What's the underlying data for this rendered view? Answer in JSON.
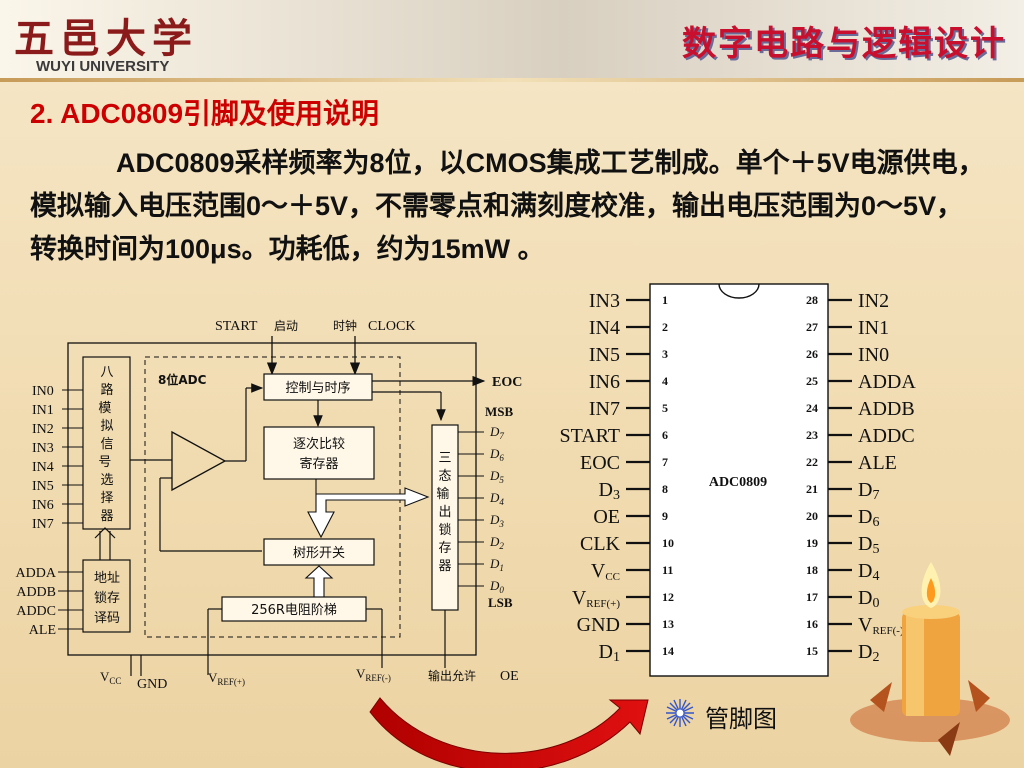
{
  "header": {
    "logo_cn": "五邑大学",
    "logo_en": "WUYI UNIVERSITY",
    "course_title": "数字电路与逻辑设计"
  },
  "section_title": "2. ADC0809引脚及使用说明",
  "paragraph": "ADC0809采样频率为8位，以CMOS集成工艺制成。单个＋5V电源供电，模拟输入电压范围0～＋5V，不需零点和满刻度校准，输出电压范围为0～5V，转换时间为100μs。功耗低，约为15mW 。",
  "block_diagram": {
    "start": "START",
    "start_cn": "启动",
    "clock_cn": "时钟",
    "clock": "CLOCK",
    "adc_label": "8位ADC",
    "mux": "八路模拟信号选择器",
    "control": "控制与时序",
    "sar_line1": "逐次比较",
    "sar_line2": "寄存器",
    "tree_switch": "树形开关",
    "ladder": "256R电阻阶梯",
    "latch": "三态输出锁存器",
    "addr_decoder": "地址锁存译码",
    "eoc": "EOC",
    "msb": "MSB",
    "lsb": "LSB",
    "inputs": [
      "IN0",
      "IN1",
      "IN2",
      "IN3",
      "IN4",
      "IN5",
      "IN6",
      "IN7"
    ],
    "address": [
      "ADDA",
      "ADDB",
      "ADDC",
      "ALE"
    ],
    "outputs": [
      "D7",
      "D6",
      "D5",
      "D4",
      "D3",
      "D2",
      "D1",
      "D0"
    ],
    "vcc": "VCC",
    "gnd": "GND",
    "vref_pos": "VREF(+)",
    "vref_neg": "VREF(-)",
    "output_enable_cn": "输出允许",
    "oe": "OE"
  },
  "pinout": {
    "chip_name": "ADC0809",
    "left_pins": [
      {
        "num": "1",
        "name": "IN3"
      },
      {
        "num": "2",
        "name": "IN4"
      },
      {
        "num": "3",
        "name": "IN5"
      },
      {
        "num": "4",
        "name": "IN6"
      },
      {
        "num": "5",
        "name": "IN7"
      },
      {
        "num": "6",
        "name": "START"
      },
      {
        "num": "7",
        "name": "EOC"
      },
      {
        "num": "8",
        "name": "D3"
      },
      {
        "num": "9",
        "name": "OE"
      },
      {
        "num": "10",
        "name": "CLK"
      },
      {
        "num": "11",
        "name": "VCC"
      },
      {
        "num": "12",
        "name": "VREF(+)"
      },
      {
        "num": "13",
        "name": "GND"
      },
      {
        "num": "14",
        "name": "D1"
      }
    ],
    "right_pins": [
      {
        "num": "28",
        "name": "IN2"
      },
      {
        "num": "27",
        "name": "IN1"
      },
      {
        "num": "26",
        "name": "IN0"
      },
      {
        "num": "25",
        "name": "ADDA"
      },
      {
        "num": "24",
        "name": "ADDB"
      },
      {
        "num": "23",
        "name": "ADDC"
      },
      {
        "num": "22",
        "name": "ALE"
      },
      {
        "num": "21",
        "name": "D7"
      },
      {
        "num": "20",
        "name": "D6"
      },
      {
        "num": "19",
        "name": "D5"
      },
      {
        "num": "18",
        "name": "D4"
      },
      {
        "num": "17",
        "name": "D0"
      },
      {
        "num": "16",
        "name": "VREF(-)"
      },
      {
        "num": "15",
        "name": "D2"
      }
    ]
  },
  "legend_label": "管脚图",
  "colors": {
    "accent_red": "#cc0000",
    "arrow_red": "#d40000"
  }
}
